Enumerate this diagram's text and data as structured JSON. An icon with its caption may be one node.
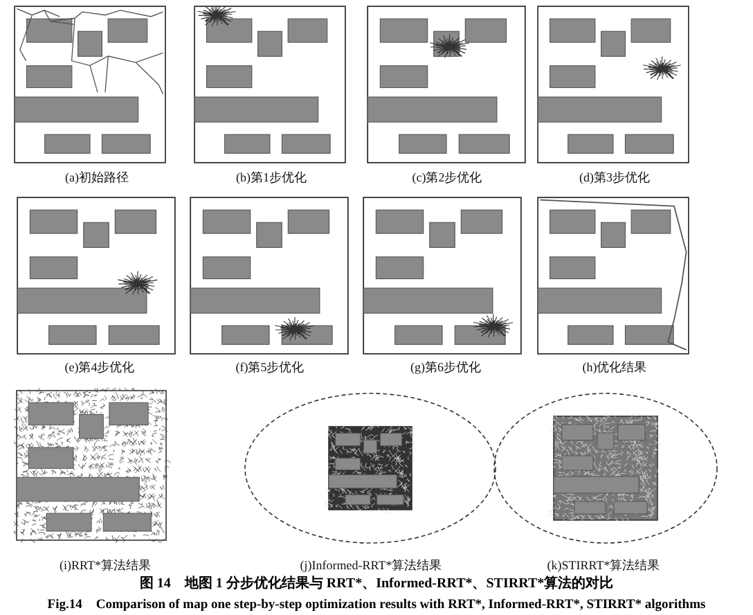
{
  "diagram": {
    "title": "图 14　地图 1 分步优化结果与 RRT*、Informed-RRT*、STIRRT*算法的对比",
    "caption": "Fig.14　Comparison of map one step-by-step optimization results with RRT*, Informed-RRT*, STIRRT* algorithms",
    "labels": [
      "(a)初始路径",
      "(b)第1步优化",
      "(c)第2步优化",
      "(d)第3步优化",
      "(e)第4步优化",
      "(f)第5步优化",
      "(g)第6步优化",
      "(h)优化结果",
      "(i)RRT*算法结果",
      "(j)Informed-RRT*算法结果",
      "(k)STIRRT*算法结果"
    ]
  }
}
